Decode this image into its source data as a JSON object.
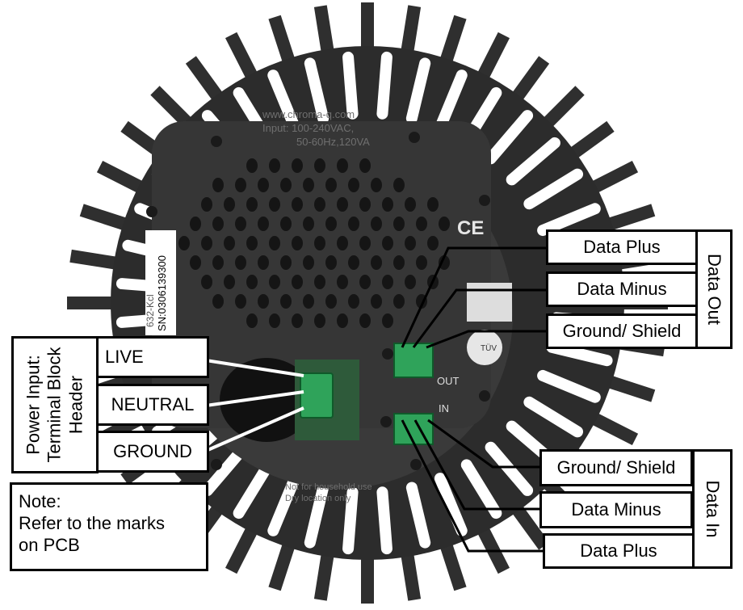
{
  "device": {
    "website": "www.chroma-q.com",
    "input_line1": "Input: 100-240VAC,",
    "input_line2": "50-60Hz,120VA",
    "serial": "SN:0306139300",
    "handwriting": "632-Kcl",
    "ce_mark": "CE",
    "tuv_mark": "TÜV",
    "out_port": "OUT",
    "in_port": "IN",
    "notice_line1": "Not for household use",
    "notice_line2": "Dry location only"
  },
  "power": {
    "title": "Power Input: Terminal Block Header",
    "live": "LIVE",
    "neutral": "NEUTRAL",
    "ground": "GROUND"
  },
  "data_out": {
    "title": "Data Out",
    "plus": "Data Plus",
    "minus": "Data Minus",
    "ground": "Ground/ Shield"
  },
  "data_in": {
    "title": "Data In",
    "ground": "Ground/ Shield",
    "minus": "Data Minus",
    "plus": "Data Plus"
  },
  "note": {
    "line1": "Note:",
    "line2": "Refer to the marks",
    "line3": "on PCB"
  },
  "colors": {
    "housing": "#3b3b3b",
    "plate": "#2e2e2e",
    "connector": "#2fa35a",
    "line": "#ffffff"
  }
}
